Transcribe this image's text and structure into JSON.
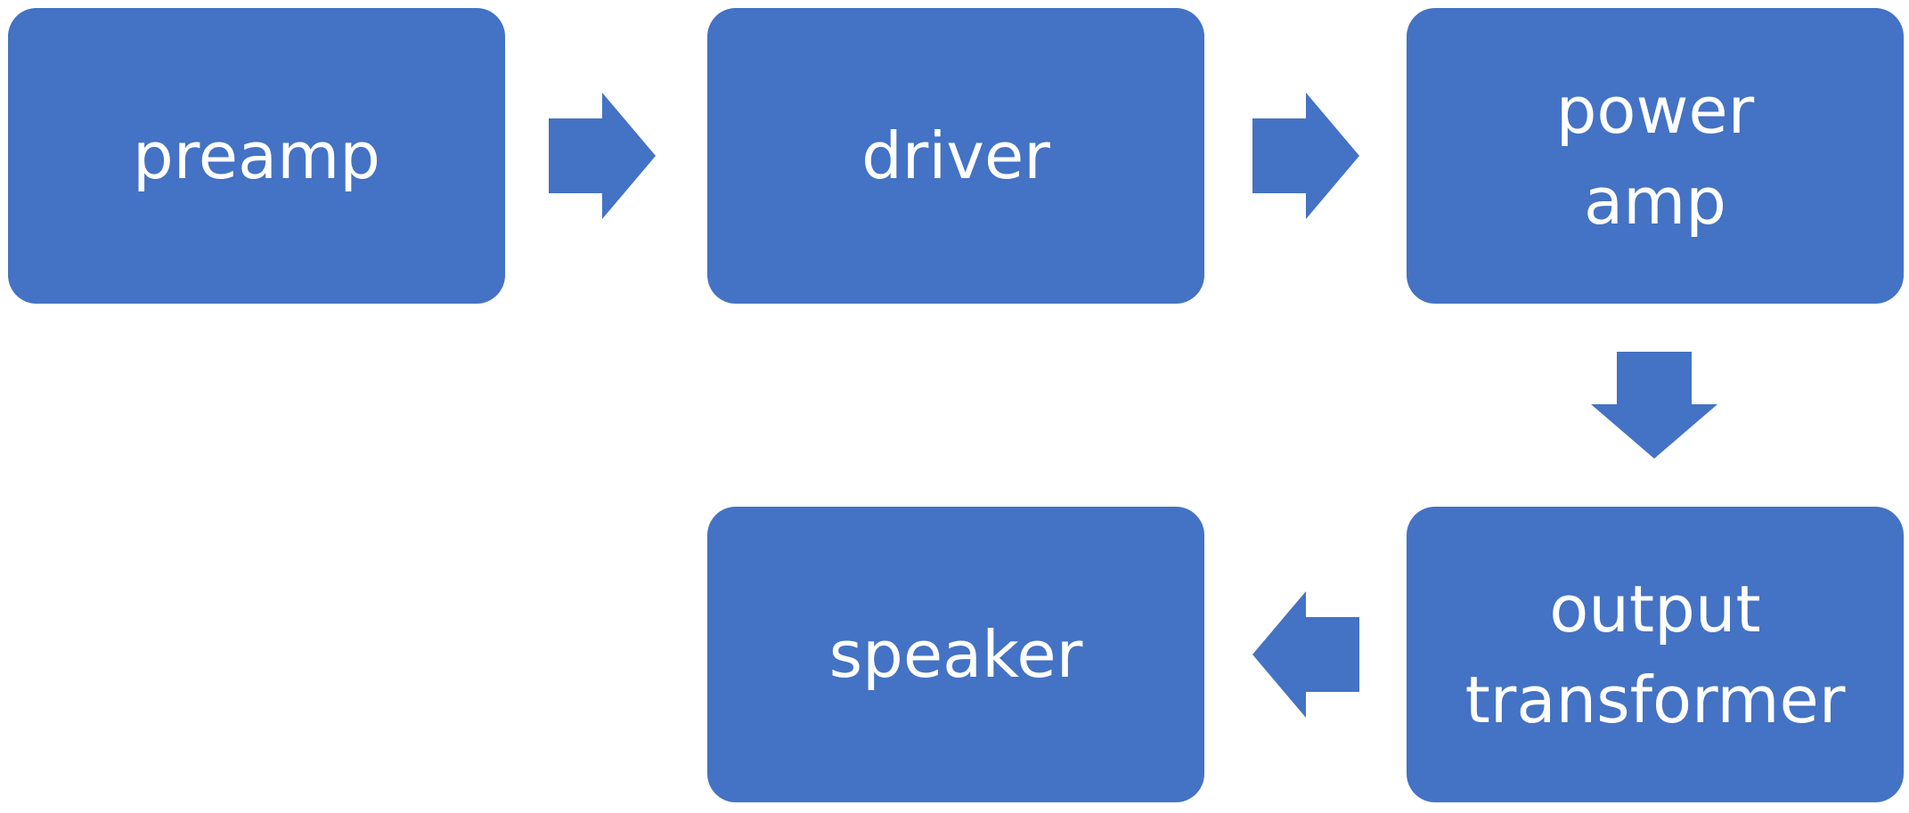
{
  "diagram": {
    "accent_color": "#4472C4",
    "text_color": "#FFFFFF",
    "nodes": [
      {
        "id": "preamp",
        "lines": [
          "preamp"
        ]
      },
      {
        "id": "driver",
        "lines": [
          "driver"
        ]
      },
      {
        "id": "power_amp",
        "lines": [
          "power",
          "amp"
        ]
      },
      {
        "id": "output_transformer",
        "lines": [
          "output",
          "transformer"
        ]
      },
      {
        "id": "speaker",
        "lines": [
          "speaker"
        ]
      }
    ],
    "edges": [
      {
        "from": "preamp",
        "to": "driver"
      },
      {
        "from": "driver",
        "to": "power_amp"
      },
      {
        "from": "power_amp",
        "to": "output_transformer"
      },
      {
        "from": "output_transformer",
        "to": "speaker"
      }
    ]
  }
}
